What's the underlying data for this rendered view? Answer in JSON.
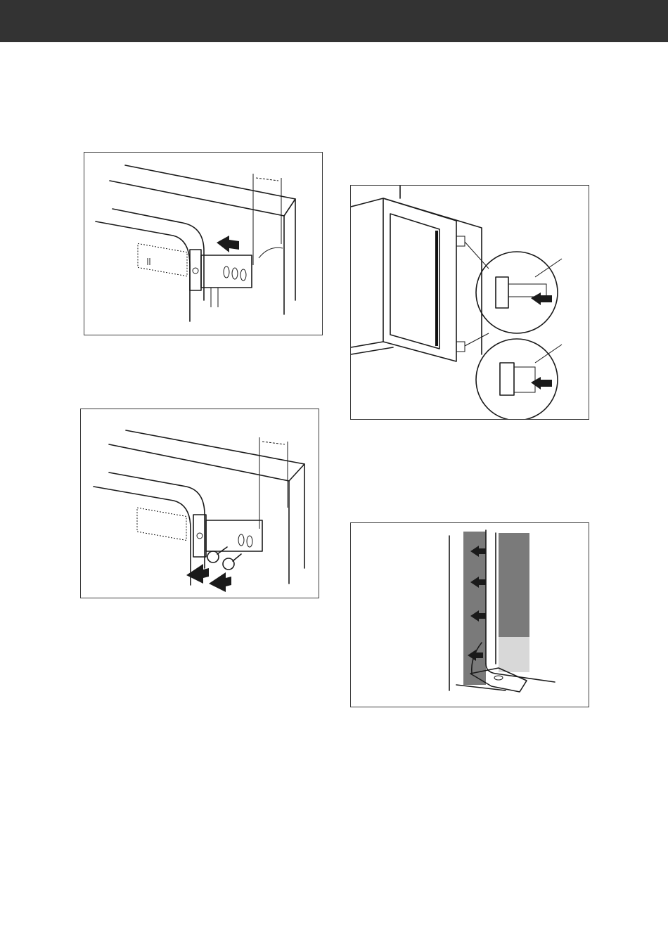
{
  "header": {
    "background": "#333333"
  },
  "figures": [
    {
      "id": "fig-bracket-slide",
      "icon": "hinge-bracket-slide-illustration"
    },
    {
      "id": "fig-door-hinge-covers",
      "icon": "door-hinge-cover-illustration"
    },
    {
      "id": "fig-bracket-screws",
      "icon": "hinge-bracket-screw-illustration"
    },
    {
      "id": "fig-door-seal",
      "icon": "door-seal-press-illustration"
    }
  ]
}
